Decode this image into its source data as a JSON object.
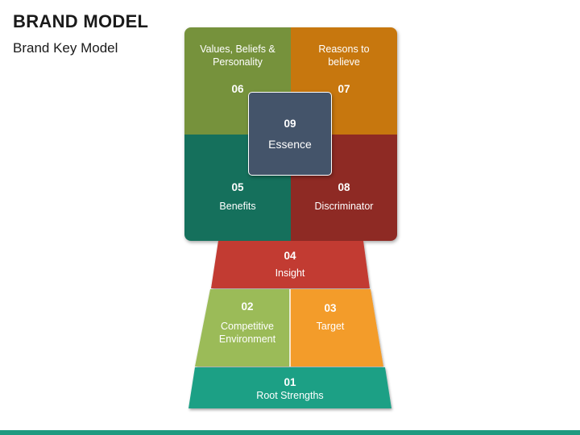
{
  "header": {
    "title": "BRAND MODEL",
    "subtitle": "Brand Key Model"
  },
  "brand_key": {
    "values": {
      "number": "06",
      "label": "Values, Beliefs & Personality",
      "color": "#76923c"
    },
    "reasons": {
      "number": "07",
      "label": "Reasons to believe",
      "color": "#c7770e"
    },
    "benefits": {
      "number": "05",
      "label": "Benefits",
      "color": "#15705c"
    },
    "discriminator": {
      "number": "08",
      "label": "Discriminator",
      "color": "#8e2a24"
    },
    "essence": {
      "number": "09",
      "label": "Essence",
      "color": "#44546a"
    },
    "insight": {
      "number": "04",
      "label": "Insight",
      "color": "#c23a30"
    },
    "competitive": {
      "number": "02",
      "label": "Competitive Environment",
      "color": "#9bbb59"
    },
    "target": {
      "number": "03",
      "label": "Target",
      "color": "#f39c2c"
    },
    "root": {
      "number": "01",
      "label": "Root Strengths",
      "color": "#1ea085"
    }
  }
}
